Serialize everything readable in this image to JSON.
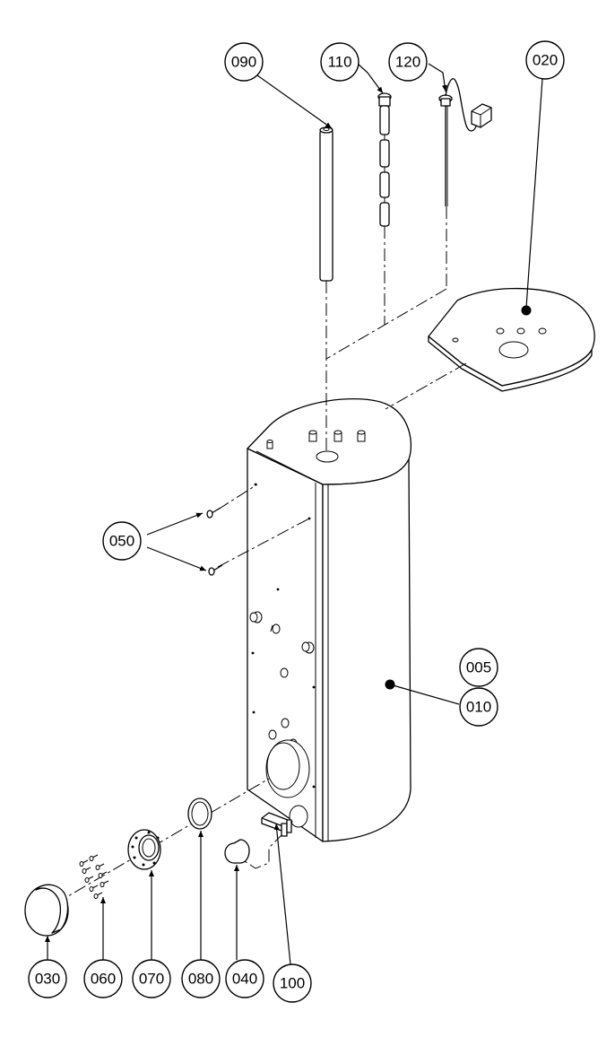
{
  "diagram": {
    "balloons": {
      "b005": "005",
      "b010": "010",
      "b020": "020",
      "b030": "030",
      "b040": "040",
      "b050": "050",
      "b060": "060",
      "b070": "070",
      "b080": "080",
      "b090": "090",
      "b100": "100",
      "b110": "110",
      "b120": "120"
    }
  }
}
